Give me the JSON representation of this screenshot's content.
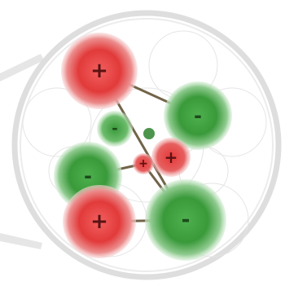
{
  "diagram": {
    "charges": [
      {
        "name": "charge-positive-top",
        "sign": "+",
        "polarity": "positive"
      },
      {
        "name": "charge-negative-upper-right",
        "sign": "-",
        "polarity": "negative"
      },
      {
        "name": "charge-negative-small-center",
        "sign": "-",
        "polarity": "negative"
      },
      {
        "name": "charge-positive-small-center-right",
        "sign": "+",
        "polarity": "positive"
      },
      {
        "name": "charge-positive-small-center",
        "sign": "+",
        "polarity": "positive"
      },
      {
        "name": "charge-negative-left",
        "sign": "-",
        "polarity": "negative"
      },
      {
        "name": "charge-positive-bottom-left",
        "sign": "+",
        "polarity": "positive"
      },
      {
        "name": "charge-negative-bottom-right",
        "sign": "-",
        "polarity": "negative"
      }
    ],
    "colors": {
      "positive": "#e23a3a",
      "negative": "#3a9a3a",
      "ring": "#d9d9d9",
      "sign_positive": "#5a1212",
      "sign_negative": "#1c4a1c",
      "bond": "#5a4a2a"
    }
  }
}
